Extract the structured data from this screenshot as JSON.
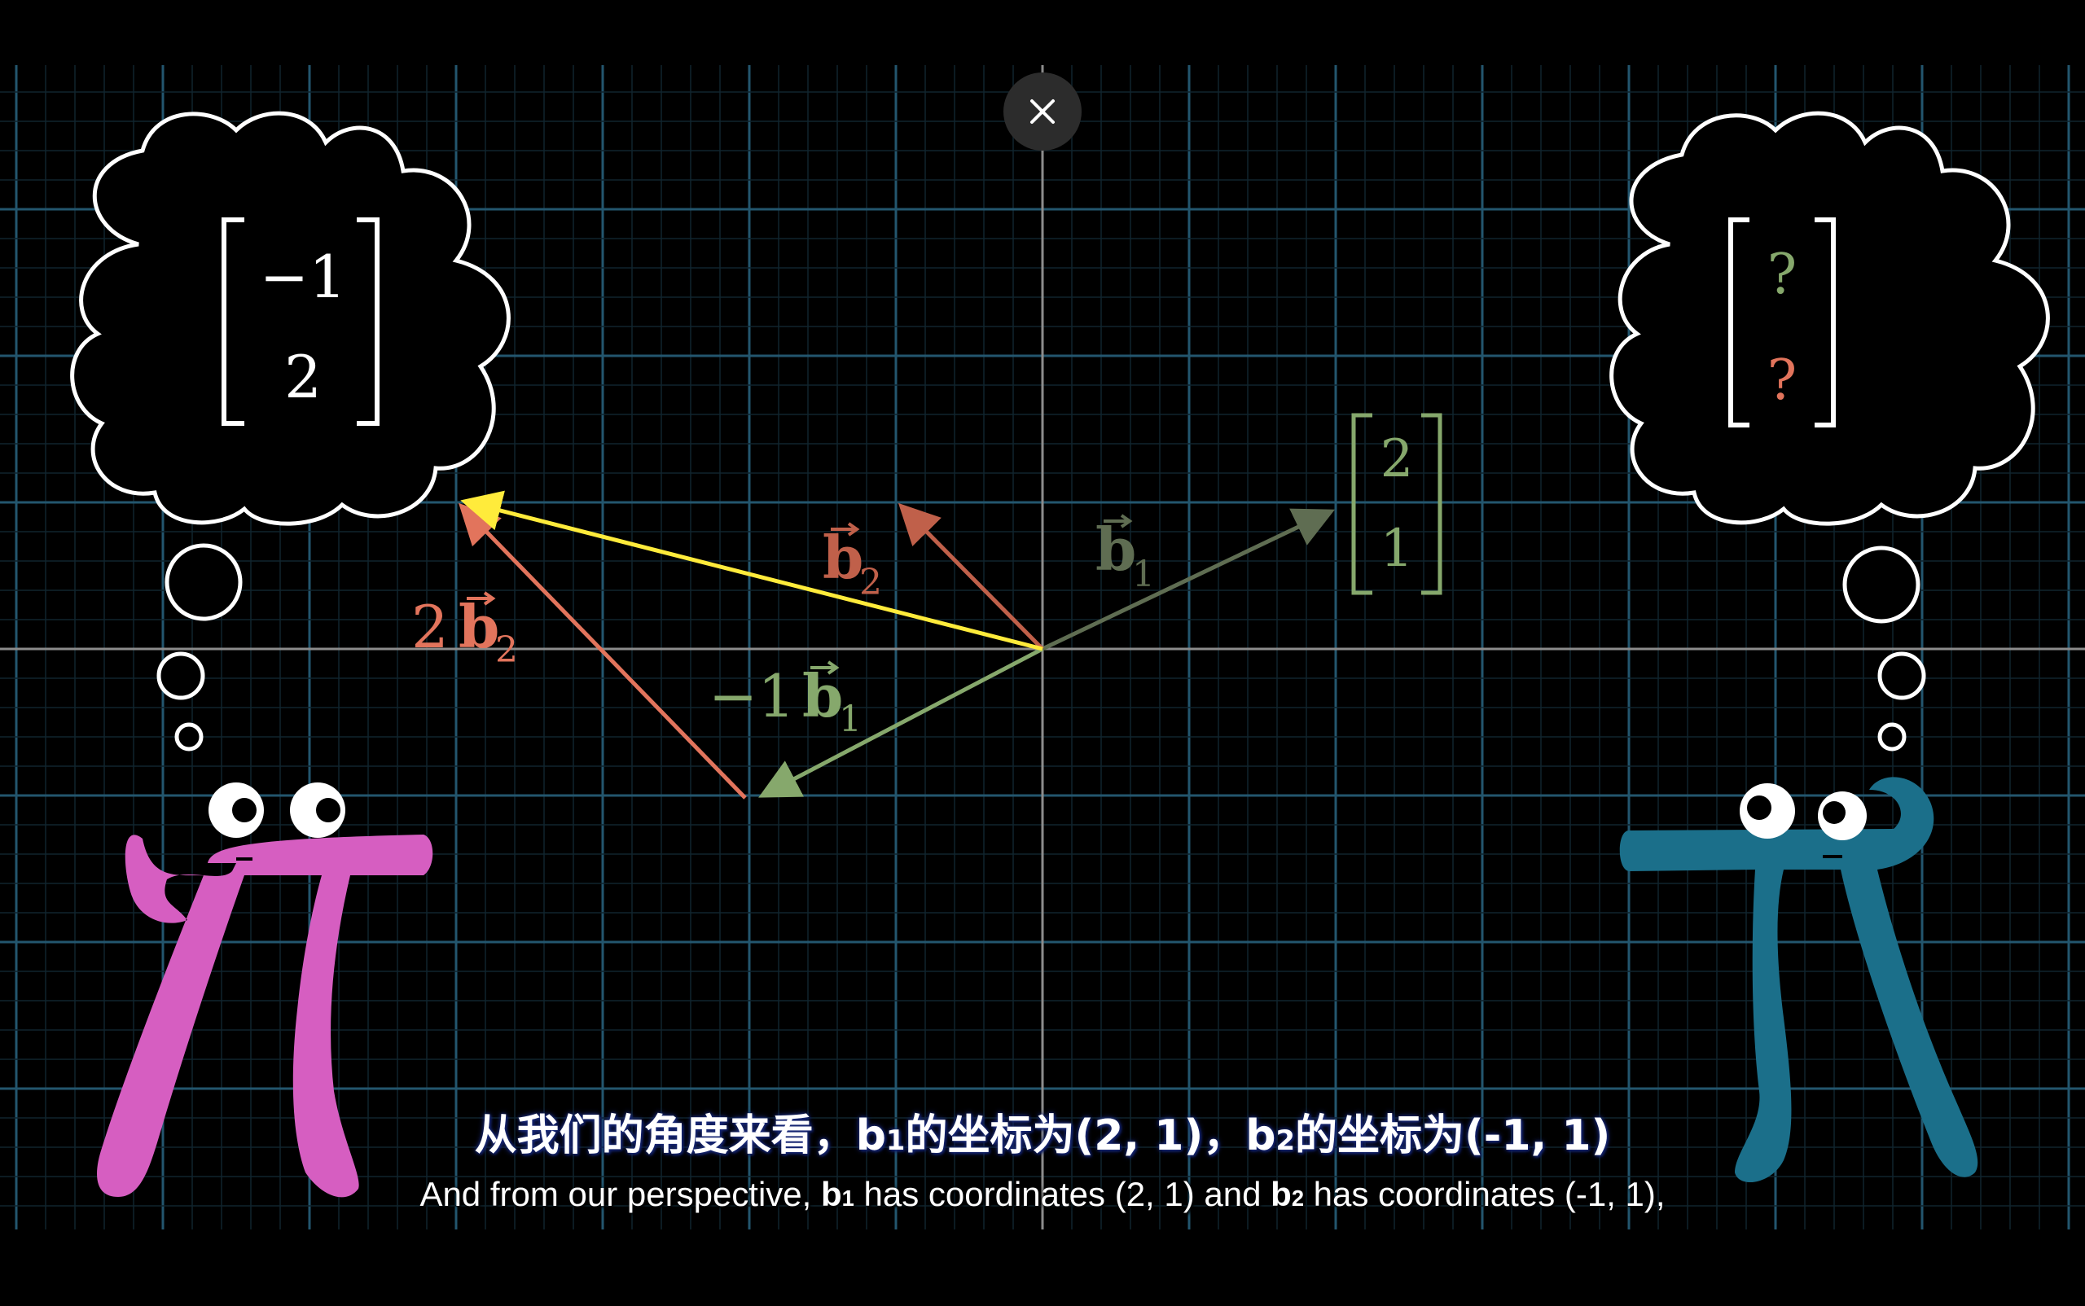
{
  "video": {
    "close_icon": "close-icon",
    "colors": {
      "grid": "#1f4a60",
      "axis": "#8c8c8c",
      "b1": "#5f6d52",
      "b2": "#c0604a",
      "neg_b1": "#86a86c",
      "two_b2": "#e2745c",
      "sum": "#ffeb3b",
      "pi_left": "#d65ec1",
      "pi_right": "#1b6f8a",
      "bubble": "#ffffff"
    },
    "left_thought": {
      "top": "−1",
      "bottom": "2"
    },
    "right_thought": {
      "top": "?",
      "bottom": "?"
    },
    "b1_column": {
      "top": "2",
      "bottom": "1"
    },
    "labels": {
      "b1": "b",
      "b1_sub": "1",
      "b2": "b",
      "b2_sub": "2",
      "neg_b1_coef": "−1",
      "neg_b1": "b",
      "neg_b1_sub": "1",
      "two_b2_coef": "2",
      "two_b2": "b",
      "two_b2_sub": "2"
    }
  },
  "subtitles": {
    "cn_part1": "从我们的角度来看，",
    "cn_b": "b",
    "cn_sub1": "1",
    "cn_part2": "的坐标为(2, 1)，",
    "cn_b2": "b",
    "cn_sub2": "2",
    "cn_part3": "的坐标为(-1, 1)",
    "en_part1": "And from our perspective, ",
    "en_b1": "b",
    "en_b1_sub": "1",
    "en_part2": " has coordinates (2, 1) and ",
    "en_b2": "b",
    "en_b2_sub": "2",
    "en_part3": " has coordinates (-1, 1),"
  }
}
